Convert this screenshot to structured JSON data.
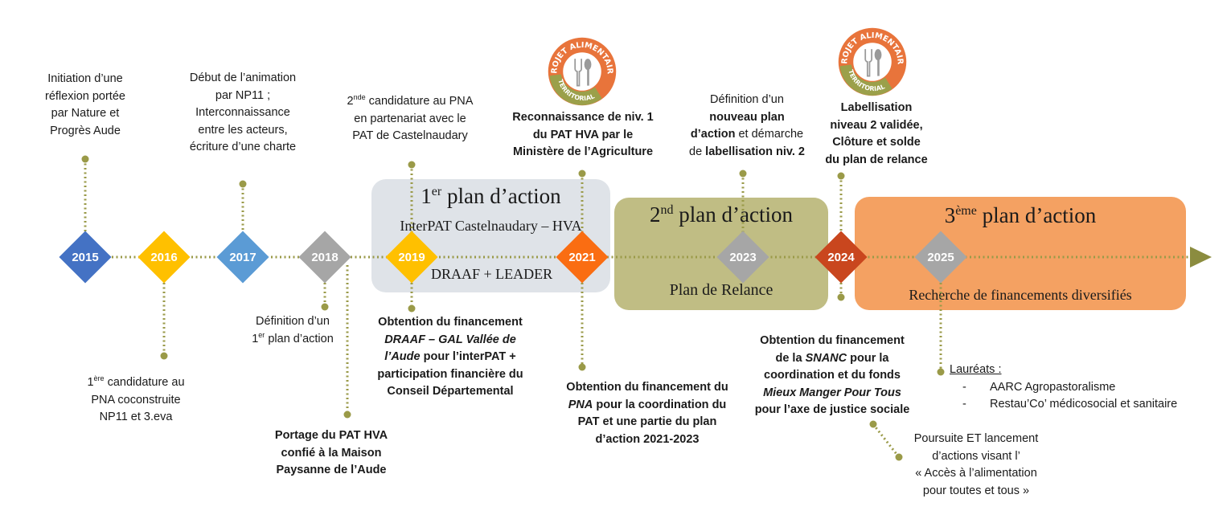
{
  "years": [
    "2015",
    "2016",
    "2017",
    "2018",
    "2019",
    "2021",
    "2023",
    "2024",
    "2025"
  ],
  "plans": {
    "plan1": {
      "title_num": "1",
      "title_sup": "er",
      "title_rest": " plan d’action",
      "subtitle1": "InterPAT Castelnaudary – HVA",
      "subtitle2": "DRAAF + LEADER"
    },
    "plan2": {
      "title_num": "2",
      "title_sup": "nd",
      "title_rest": " plan d’action",
      "subtitle1": "Plan de Relance"
    },
    "plan3": {
      "title_num": "3",
      "title_sup": "ème",
      "title_rest": " plan d’action",
      "subtitle1": "Recherche de financements diversifiés"
    }
  },
  "logo": {
    "top_text": "PROJET ALIMENTAIRE",
    "bottom_text": "TERRITORIAL"
  },
  "events": {
    "e2015": [
      "Initiation d’une",
      "réflexion portée",
      "par Nature et",
      "Progrès Aude"
    ],
    "e2016": {
      "sup": "ère",
      "line1_rest": " candidature au",
      "line2": "PNA coconstruite",
      "line3": "NP11 et 3.eva",
      "num": "1"
    },
    "e2017": [
      "Début de l’animation",
      "par NP11 ;",
      "Interconnaissance",
      "entre les acteurs,",
      "écriture d’une charte"
    ],
    "e2018a": {
      "line1": "Définition d’un",
      "num": "1",
      "sup": "er",
      "line2_rest": " plan d’action"
    },
    "e2018b": [
      "Portage du PAT HVA",
      "confié à la Maison",
      "Paysanne de l’Aude"
    ],
    "e2019a": {
      "num": "2",
      "sup": "nde",
      "line1_rest": " candidature au PNA",
      "line2": "en partenariat avec le",
      "line3": "PAT de Castelnaudary"
    },
    "e2019b": {
      "line1": "Obtention du financement",
      "line2": "DRAAF – GAL Vallée de",
      "line3_it": "l’Aude",
      "line3_rest": " pour l’interPAT +",
      "line4": "participation financière du",
      "line5": "Conseil Départemental"
    },
    "e2021a": [
      "Reconnaissance de niv. 1",
      "du PAT HVA par le",
      "Ministère de l’Agriculture"
    ],
    "e2021b": {
      "line1": "Obtention du financement du",
      "line2_it": "PNA",
      "line2_rest": " pour la coordination du",
      "line3": "PAT et une partie du plan",
      "line4": "d’action 2021-2023"
    },
    "e2023": {
      "line1": "Définition d’un",
      "line2_b": "nouveau plan",
      "line3_b": "d’action",
      "line3_rest": " et démarche",
      "line4_a": "de ",
      "line4_b": "labellisation niv. 2"
    },
    "e2024a": [
      "Labellisation",
      "niveau 2 validée,",
      "Clôture et solde",
      "du plan de relance"
    ],
    "e2024b": {
      "line1": "Obtention du financement",
      "line2_a": "de la ",
      "line2_i": "SNANC",
      "line2_c": " pour la",
      "line3": "coordination et du fonds",
      "line4_i": "Mieux Manger Pour Tous",
      "line5": "pour l’axe de justice sociale"
    },
    "e2025": [
      "Poursuite ET lancement",
      "d’actions visant l’",
      "« Accès à l’alimentation",
      "pour toutes et tous »"
    ]
  },
  "laureats": {
    "title": "Lauréats :",
    "dash": "-",
    "items": [
      "AARC Agropastoralisme",
      "Restau’Co’ médicosocial et sanitaire"
    ]
  },
  "colors": {
    "timeline": "#9a9a48",
    "arrow": "#8b8c3f",
    "d2015": "#4472c4",
    "d2016": "#ffc000",
    "d2017": "#5b9bd5",
    "d2018": "#a6a6a6",
    "d2019": "#ffc000",
    "d2021": "#fa6d12",
    "d2023": "#a6a6a6",
    "d2024": "#c9461e",
    "d2025": "#a6a6a6",
    "plan1": "#dfe3e8",
    "plan2": "#c0bd84",
    "plan3": "#f4a162"
  }
}
